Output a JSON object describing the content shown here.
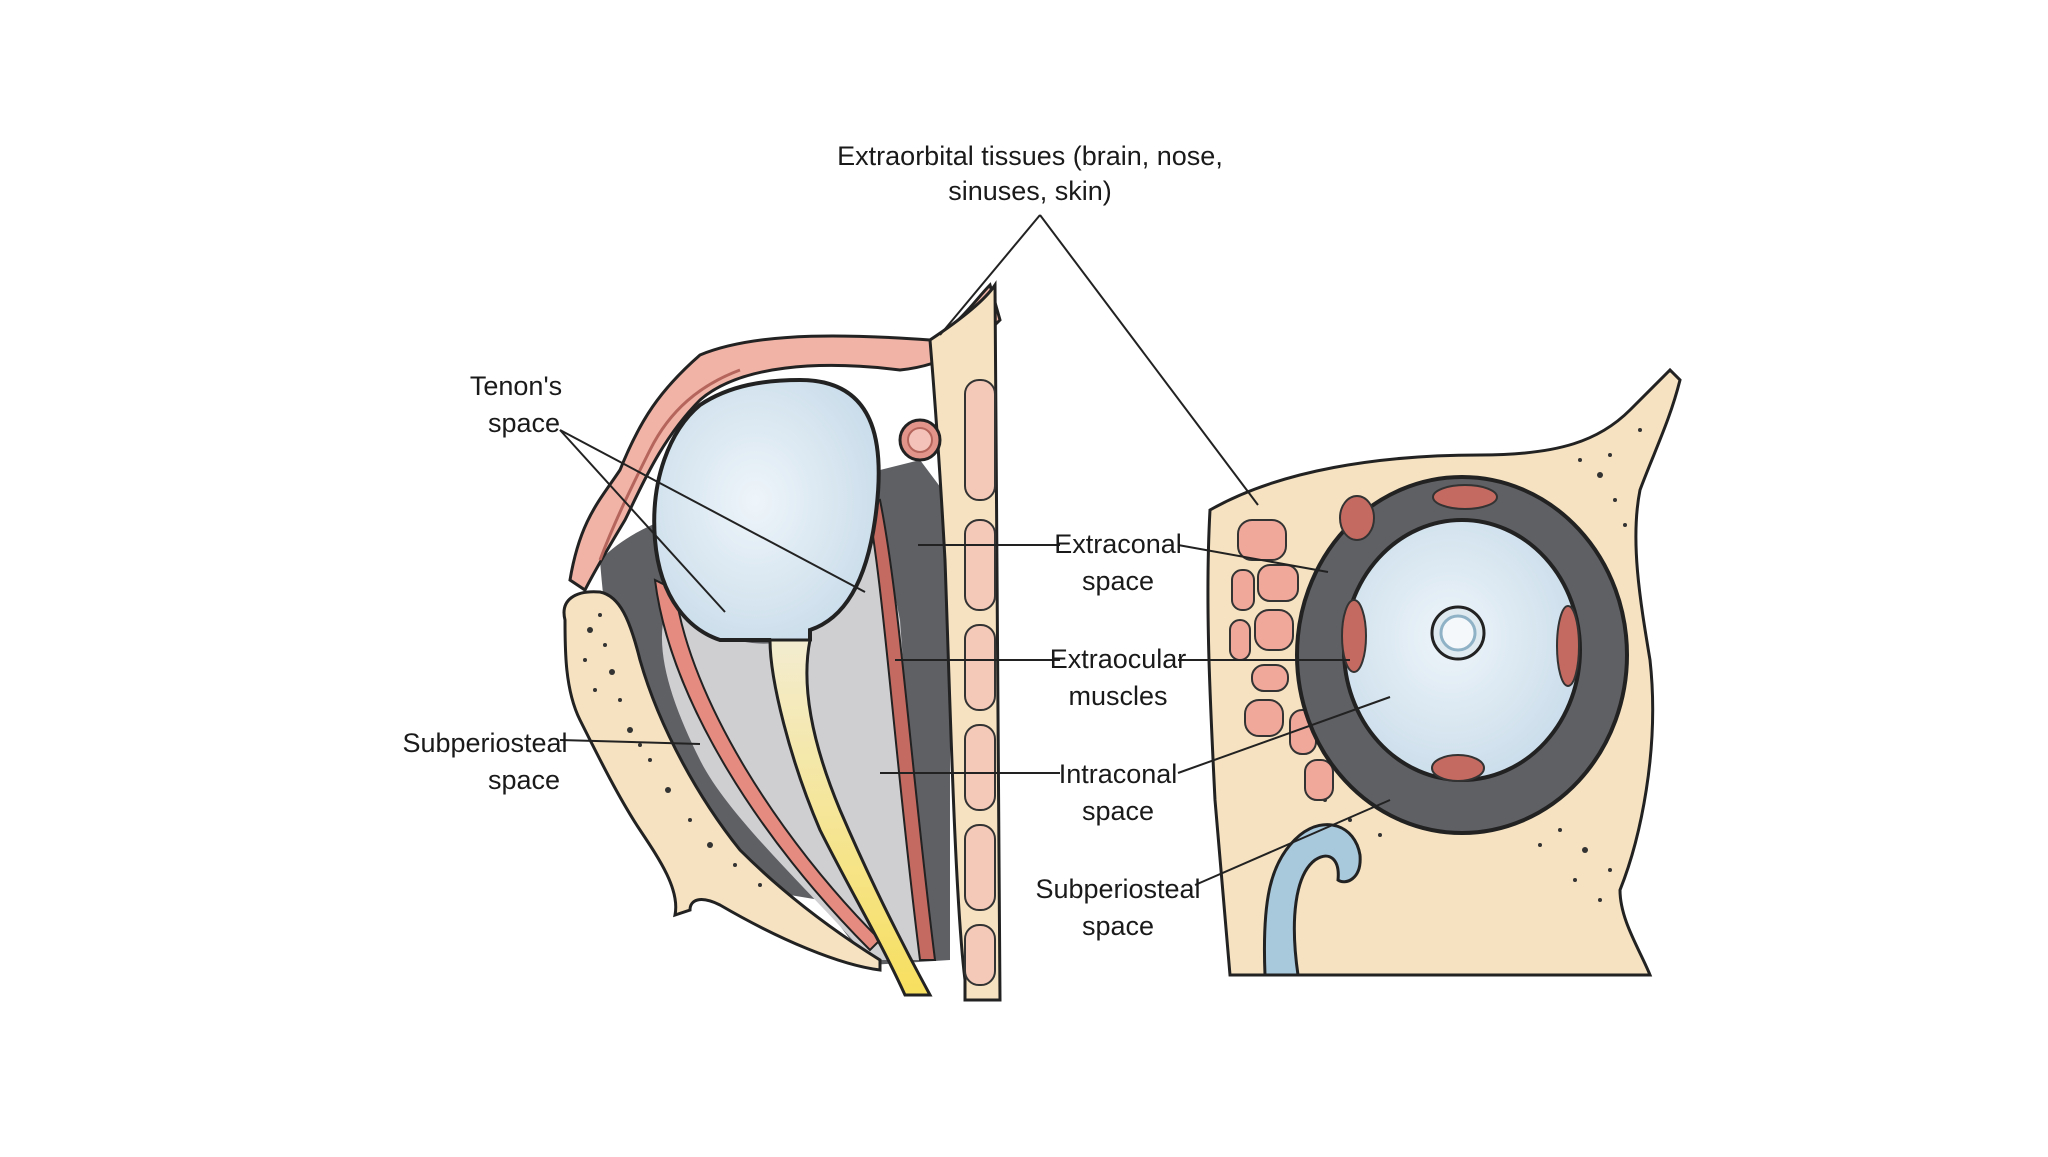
{
  "labels": {
    "extraorbital_line1": "Extraorbital tissues (brain, nose,",
    "extraorbital_line2": "sinuses, skin)",
    "tenons_line1": "Tenon's",
    "tenons_line2": "space",
    "extraconal_line1": "Extraconal",
    "extraconal_line2": "space",
    "extraocular_line1": "Extraocular",
    "extraocular_line2": "muscles",
    "intraconal_line1": "Intraconal",
    "intraconal_line2": "space",
    "subperiosteal_left_line1": "Subperiosteal",
    "subperiosteal_left_line2": "space",
    "subperiosteal_right_line1": "Subperiosteal",
    "subperiosteal_right_line2": "space"
  },
  "colors": {
    "bone": "#f6e2c0",
    "skin_pink": "#f0b3a6",
    "muscle_red": "#c46a60",
    "globe_blue": "#d6e6f0",
    "extraconal_grey": "#5f6064",
    "intraconal_grey": "#c9c9cc",
    "nerve_yellow": "#f7e27a"
  }
}
